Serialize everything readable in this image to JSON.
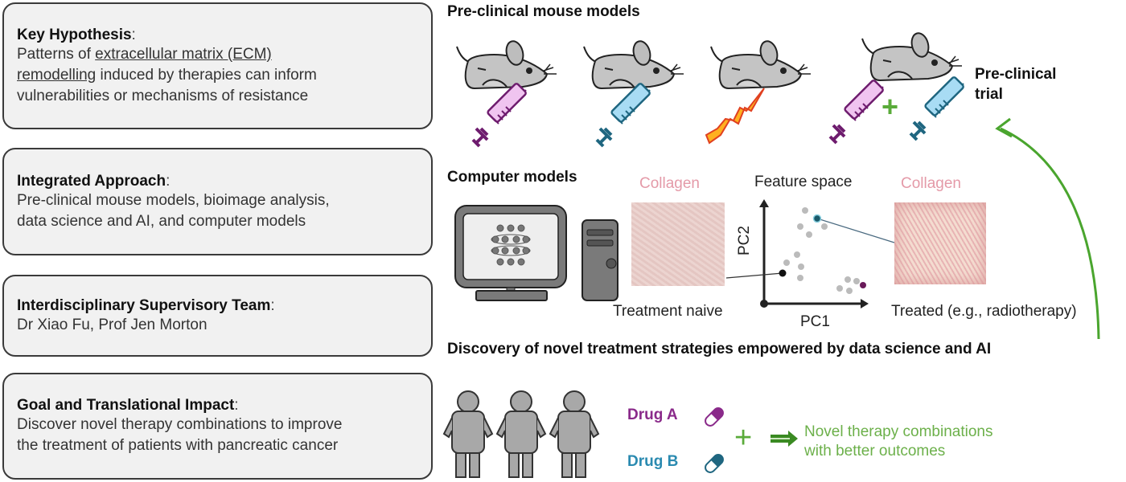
{
  "left_panel": {
    "key_hypothesis": {
      "heading": "Key Hypothesis",
      "body_pre": "Patterns of ",
      "body_underlined_1": "extracellular matrix (ECM)",
      "body_underlined_2": "remodelling",
      "body_post_1": " induced by therapies can inform",
      "body_post_2": "vulnerabilities or mechanisms of resistance"
    },
    "integrated_approach": {
      "heading": "Integrated Approach",
      "line1": "Pre-clinical mouse models, bioimage analysis,",
      "line2": "data science and AI, and computer models"
    },
    "supervisory_team": {
      "heading": "Interdisciplinary Supervisory Team",
      "line1": "Dr Xiao Fu, Prof Jen Morton"
    },
    "goal": {
      "heading": "Goal and Translational Impact",
      "line1": "Discover novel therapy combinations to improve",
      "line2": "the treatment of patients with pancreatic cancer"
    },
    "colon": ":"
  },
  "mouse_section": {
    "title": "Pre-clinical mouse models",
    "treatments": [
      "drug-a-syringe",
      "drug-b-syringe",
      "radiotherapy-bolt",
      "drug-a-plus-drug-b"
    ],
    "trial_label_1": "Pre-clinical",
    "trial_label_2": "trial",
    "plus": "+"
  },
  "computer_section": {
    "title": "Computer models",
    "collagen_left_label": "Collagen",
    "collagen_right_label": "Collagen",
    "feature_space_title": "Feature space",
    "x_axis": "PC1",
    "y_axis": "PC2",
    "naive_label": "Treatment naive",
    "treated_label": "Treated (e.g., radiotherapy)"
  },
  "discovery_title": "Discovery of novel treatment strategies empowered by data science and AI",
  "outcome_section": {
    "drug_a": "Drug A",
    "drug_b": "Drug B",
    "plus": "+",
    "result_line1": "Novel therapy combinations",
    "result_line2": "with better outcomes"
  },
  "colors": {
    "drug_a": "#8a2a8a",
    "drug_b": "#2a8ab0",
    "green": "#5aab3a",
    "gray_fill": "#c0c0c0"
  }
}
